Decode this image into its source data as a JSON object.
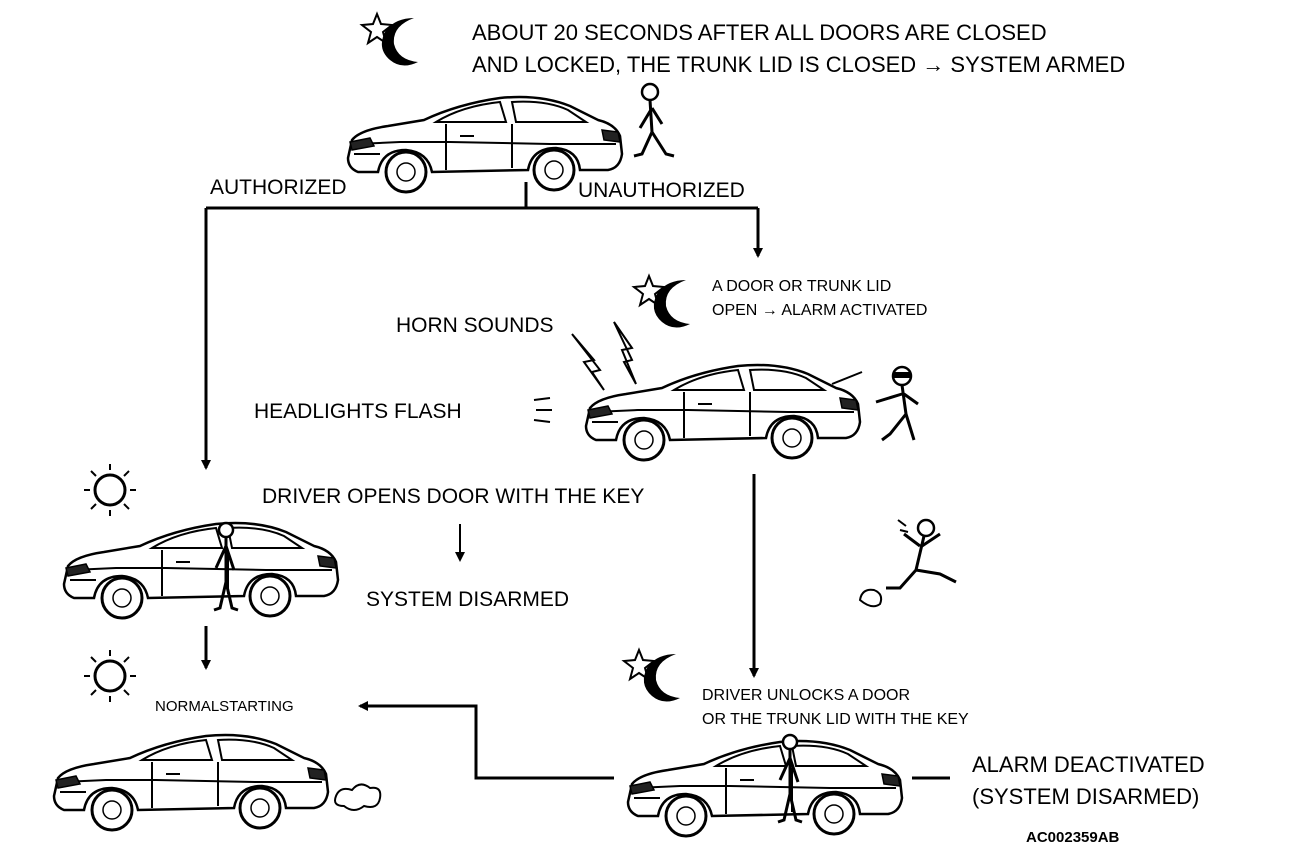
{
  "labels": {
    "armed_line1": "ABOUT 20 SECONDS AFTER ALL DOORS ARE CLOSED",
    "armed_line2": "AND LOCKED, THE TRUNK LID IS CLOSED → SYSTEM ARMED",
    "authorized": "AUTHORIZED",
    "unauthorized": "UNAUTHORIZED",
    "alarm_line1": "A DOOR OR TRUNK LID",
    "alarm_line2": "OPEN → ALARM ACTIVATED",
    "horn_sounds": "HORN SOUNDS",
    "headlights_flash": "HEADLIGHTS FLASH",
    "driver_opens": "DRIVER OPENS DOOR WITH THE KEY",
    "system_disarmed": "SYSTEM DISARMED",
    "normal_starting": "NORMALSTARTING",
    "unlock_line1": "DRIVER UNLOCKS A DOOR",
    "unlock_line2": "OR THE TRUNK LID  WITH THE KEY",
    "deactivated_line1": "ALARM DEACTIVATED",
    "deactivated_line2": "(SYSTEM DISARMED)",
    "figure_code": "AC002359AB"
  },
  "icons": {
    "night": "star-moon-icon",
    "day": "sun-icon",
    "car": "car-icon",
    "person": "stick-figure-icon",
    "exhaust": "exhaust-puff-icon",
    "lightning": "lightning-icon"
  }
}
